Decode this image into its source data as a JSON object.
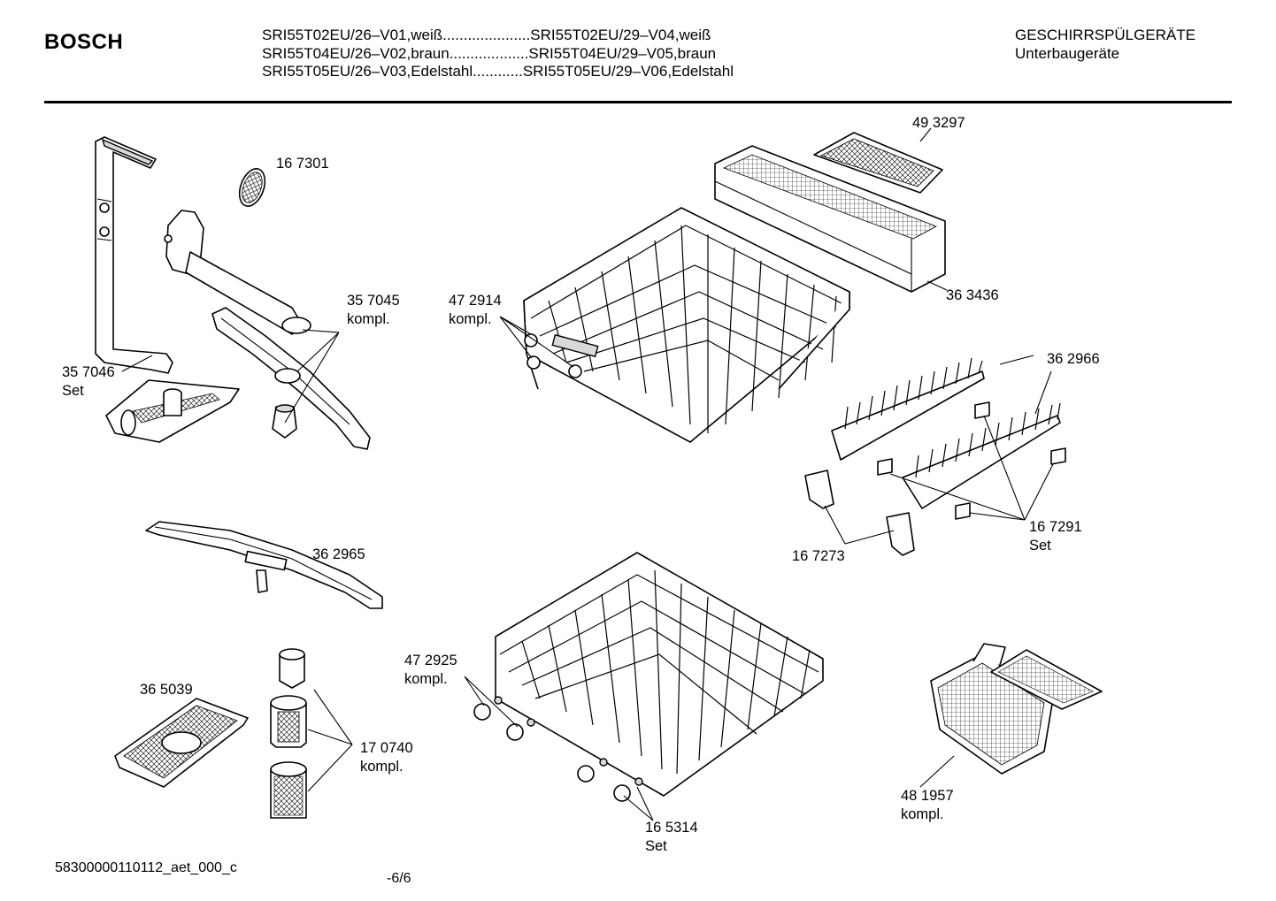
{
  "header": {
    "brand": "BOSCH",
    "models": [
      "SRI55T02EU/26–V01,weiß.....................SRI55T02EU/29–V04,weiß",
      "SRI55T04EU/26–V02,braun...................SRI55T04EU/29–V05,braun",
      "SRI55T05EU/26–V03,Edelstahl............SRI55T05EU/29–V06,Edelstahl"
    ],
    "category": "GESCHIRRSPÜLGERÄTE",
    "subcategory": "Unterbaugeräte"
  },
  "labels": {
    "p493297": "49 3297",
    "p167301": "16 7301",
    "p357045": "35 7045",
    "p357045_note": "kompl.",
    "p472914": "47 2914",
    "p472914_note": "kompl.",
    "p363436": "36 3436",
    "p357046": "35 7046",
    "p357046_note": "Set",
    "p362966": "36 2966",
    "p362965": "36 2965",
    "p167291": "16 7291",
    "p167291_note": "Set",
    "p167273": "16 7273",
    "p472925": "47 2925",
    "p472925_note": "kompl.",
    "p365039": "36 5039",
    "p170740": "17 0740",
    "p170740_note": "kompl.",
    "p481957": "48 1957",
    "p481957_note": "kompl.",
    "p165314": "16 5314",
    "p165314_note": "Set"
  },
  "footer": {
    "doc_id": "58300000110112_aet_000_c",
    "page": "-6/6"
  }
}
